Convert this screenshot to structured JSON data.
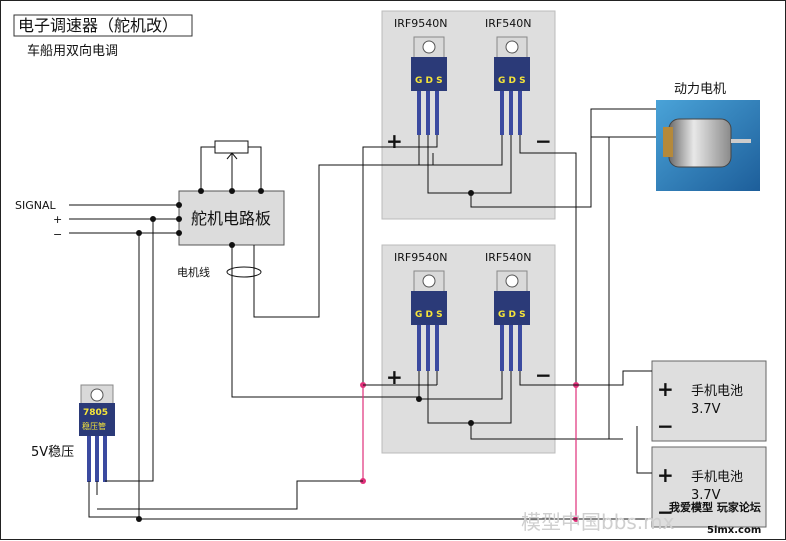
{
  "title": "电子调速器（舵机改）",
  "subtitle": "车船用双向电调",
  "inputs": {
    "signal": "SIGNAL",
    "plus": "+",
    "minus": "−"
  },
  "servo_board": "舵机电路板",
  "motor_wire": "电机线",
  "regulator": {
    "chip": "7805",
    "chip_sub": "稳压管",
    "label": "5V稳压"
  },
  "motor_label": "动力电机",
  "hbridge_top": {
    "left": "IRF9540N",
    "right": "IRF540N",
    "pins": "G D S",
    "plus": "+",
    "minus": "−"
  },
  "hbridge_bottom": {
    "left": "IRF9540N",
    "right": "IRF540N",
    "pins": "G D S",
    "plus": "+",
    "minus": "−"
  },
  "battery_1": {
    "name": "手机电池",
    "voltage": "3.7V",
    "plus": "+",
    "minus": "−"
  },
  "battery_2": {
    "name": "手机电池",
    "voltage": "3.7V",
    "plus": "+",
    "minus": "−"
  },
  "watermark": "模型中国bbs.mx",
  "watermark2": "我爱模型 玩家论坛",
  "watermark3": "5imx.com",
  "colors": {
    "mosfet_body": "#2b3a78",
    "mosfet_tab": "#d9d9d9",
    "junction_pink": "#e0307a",
    "panel": "#dedede"
  }
}
